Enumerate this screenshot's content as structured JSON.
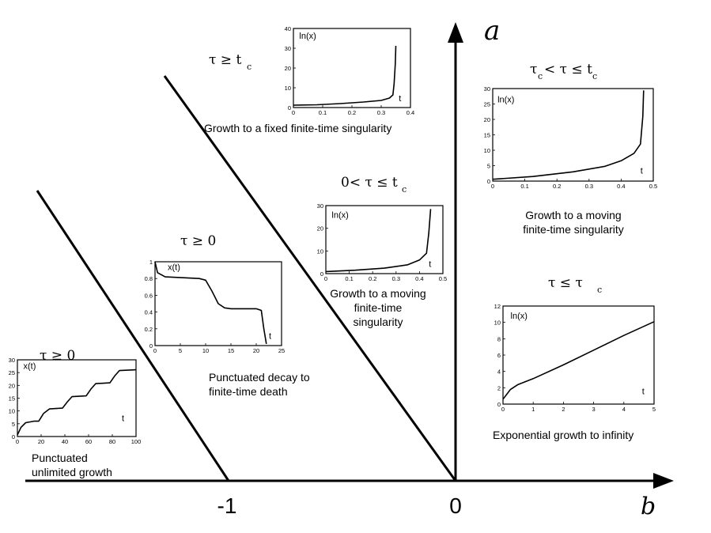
{
  "axes": {
    "a_label": "a",
    "b_label": "b",
    "tick_minus_one": "-1",
    "tick_zero": "0"
  },
  "regions": [
    {
      "id": "punctuated-unlimited",
      "condition": {
        "pre": "τ  ≥  0",
        "sub": ""
      },
      "caption": [
        "Punctuated",
        "unlimited growth"
      ],
      "plot": {
        "ylabel": "x(t)",
        "xlabel": "t",
        "xticks": [
          "0",
          "20",
          "40",
          "60",
          "80",
          "100"
        ],
        "yticks": [
          "0",
          "5",
          "10",
          "15",
          "20",
          "25",
          "30"
        ]
      }
    },
    {
      "id": "punctuated-decay",
      "condition": {
        "pre": "τ  ≥  0",
        "sub": ""
      },
      "caption": [
        "Punctuated decay to",
        "finite-time death"
      ],
      "plot": {
        "ylabel": "x(t)",
        "xlabel": "t",
        "xticks": [
          "0",
          "5",
          "10",
          "15",
          "20",
          "25"
        ],
        "yticks": [
          "0",
          "0.2",
          "0.4",
          "0.6",
          "0.8",
          "1"
        ]
      }
    },
    {
      "id": "fixed-singularity",
      "condition": {
        "pre": "τ  ≥  t",
        "sub": "c"
      },
      "caption": [
        "Growth to a fixed finite-time singularity"
      ],
      "plot": {
        "ylabel": "ln(x)",
        "xlabel": "t",
        "xticks": [
          "0",
          "0.1",
          "0.2",
          "0.3",
          "0.4"
        ],
        "yticks": [
          "0",
          "10",
          "20",
          "30",
          "40"
        ]
      }
    },
    {
      "id": "moving-singularity-1",
      "condition": {
        "pre": "0< τ ≤  t",
        "sub": "c"
      },
      "caption": [
        "Growth to a moving",
        "finite-time",
        "singularity"
      ],
      "plot": {
        "ylabel": "ln(x)",
        "xlabel": "t",
        "xticks": [
          "0",
          "0.1",
          "0.2",
          "0.3",
          "0.4",
          "0.5"
        ],
        "yticks": [
          "0",
          "10",
          "20",
          "30"
        ]
      }
    },
    {
      "id": "moving-singularity-2",
      "condition": {
        "pre": "τ",
        "mid": "< τ ≤  t",
        "sub": "c",
        "sub2": "c"
      },
      "caption": [
        "Growth to a moving",
        "finite-time singularity"
      ],
      "plot": {
        "ylabel": "ln(x)",
        "xlabel": "t",
        "xticks": [
          "0",
          "0.1",
          "0.2",
          "0.3",
          "0.4",
          "0.5"
        ],
        "yticks": [
          "0",
          "5",
          "10",
          "15",
          "20",
          "25",
          "30"
        ]
      }
    },
    {
      "id": "exponential",
      "condition": {
        "pre": "τ  ≤  τ",
        "sub": "c"
      },
      "caption": [
        "Exponential growth to infinity"
      ],
      "plot": {
        "ylabel": "ln(x)",
        "xlabel": "t",
        "xticks": [
          "0",
          "1",
          "2",
          "3",
          "4",
          "5"
        ],
        "yticks": [
          "0",
          "2",
          "4",
          "6",
          "8",
          "10",
          "12"
        ]
      }
    }
  ]
}
